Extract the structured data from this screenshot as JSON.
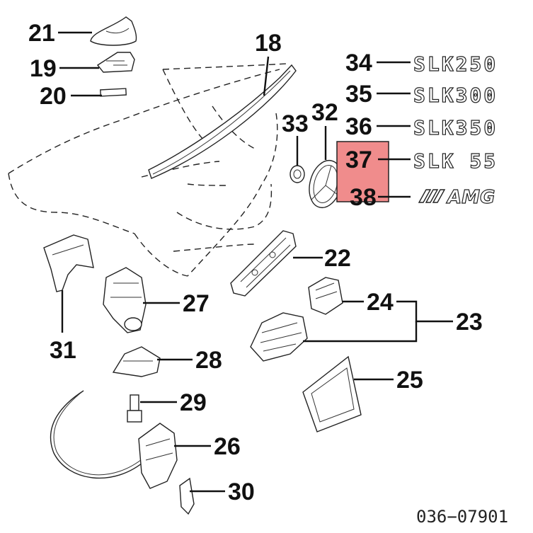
{
  "diagram": {
    "reference_code": "036−07901",
    "highlight_color": "#f08c8c",
    "callouts": [
      {
        "id": "21",
        "label": "21"
      },
      {
        "id": "19",
        "label": "19"
      },
      {
        "id": "20",
        "label": "20"
      },
      {
        "id": "18",
        "label": "18"
      },
      {
        "id": "34",
        "label": "34"
      },
      {
        "id": "35",
        "label": "35"
      },
      {
        "id": "36",
        "label": "36"
      },
      {
        "id": "33",
        "label": "33"
      },
      {
        "id": "32",
        "label": "32"
      },
      {
        "id": "37",
        "label": "37"
      },
      {
        "id": "38",
        "label": "38"
      },
      {
        "id": "22",
        "label": "22"
      },
      {
        "id": "27",
        "label": "27"
      },
      {
        "id": "24",
        "label": "24"
      },
      {
        "id": "23",
        "label": "23"
      },
      {
        "id": "31",
        "label": "31"
      },
      {
        "id": "28",
        "label": "28"
      },
      {
        "id": "25",
        "label": "25"
      },
      {
        "id": "29",
        "label": "29"
      },
      {
        "id": "26",
        "label": "26"
      },
      {
        "id": "30",
        "label": "30"
      }
    ],
    "emblems": [
      {
        "id": "34",
        "text": "SLK250"
      },
      {
        "id": "35",
        "text": "SLK300"
      },
      {
        "id": "36",
        "text": "SLK350"
      },
      {
        "id": "37",
        "text": "SLK 55"
      },
      {
        "id": "38",
        "text": "AMG"
      }
    ]
  }
}
